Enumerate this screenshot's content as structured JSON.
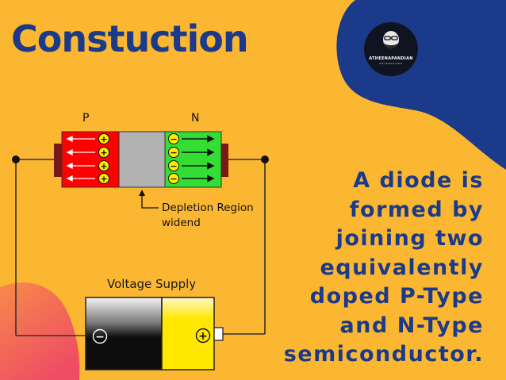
{
  "slide": {
    "title": "Constuction",
    "description": "A diode is formed by joining two equivalently doped P-Type and N-Type semiconductor."
  },
  "logo": {
    "brand_text": "ATHEENAPANDIAN",
    "sub_text": "ENTERPRISES"
  },
  "diagram": {
    "p_label": "P",
    "n_label": "N",
    "depletion_label_line1": "Depletion Region",
    "depletion_label_line2": "widend",
    "supply_label": "Voltage Supply",
    "p_charge_symbol": "+",
    "n_charge_symbol": "−",
    "battery_negative_symbol": "−",
    "battery_positive_symbol": "+"
  },
  "colors": {
    "background": "#fbb731",
    "title": "#1b3a8a",
    "navy_blob": "#1b3a8a",
    "p_region": "#ff0000",
    "n_region": "#33dd33",
    "depletion_region": "#b2b2b2",
    "p_charge": "#ffee00",
    "n_charge": "#ffee00",
    "battery_negative": "#111111",
    "battery_positive": "#ffee00",
    "contact": "#7a1818"
  }
}
